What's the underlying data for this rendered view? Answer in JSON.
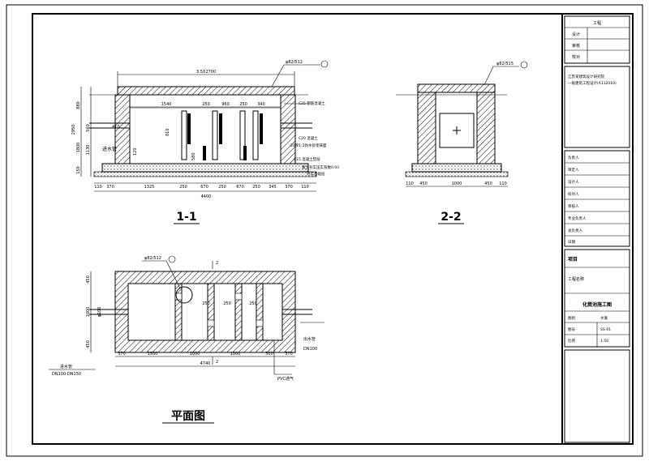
{
  "section_1_1": {
    "label": "1-1",
    "top_overall": "3.5X2700",
    "cover_callout": "φ82/512",
    "left_dims": [
      "880",
      "560",
      "2950",
      "1130",
      "1800",
      "150"
    ],
    "interior_dims": [
      "1540",
      "250",
      "960",
      "250",
      "340"
    ],
    "pipe_tag": "410",
    "small_dims": [
      "120",
      "580",
      "810"
    ],
    "side_notes": [
      "C25 钢筋混凝土",
      "C20 混凝土",
      "20厚1:2防水砂浆抹面",
      "C15 混凝土垫层",
      "素土夯实压实系数0.93",
      "夯实基础层"
    ],
    "inlet_label": "进水管",
    "bottom_dims": [
      "110",
      "370",
      "1325",
      "250",
      "670",
      "250",
      "670",
      "250",
      "345",
      "370",
      "110"
    ],
    "bottom_total": "4400"
  },
  "section_2_2": {
    "label": "2-2",
    "cover_callout": "φ82/515",
    "bottom_dims": [
      "110",
      "450",
      "1000",
      "450",
      "110"
    ]
  },
  "plan": {
    "label": "平面图",
    "marker_callout": "φ82/512",
    "section_marks": [
      "2",
      "2"
    ],
    "left_dims": [
      "450",
      "1000",
      "450"
    ],
    "pipe_dim": "φ100",
    "inner_dims": [
      "250",
      "250",
      "250"
    ],
    "bottom_dims": [
      "370",
      "1500",
      "1000",
      "1000",
      "500",
      "370"
    ],
    "bottom_total": "4740",
    "inlet_label": "进水管",
    "inlet_spec": "DN100-DN150",
    "outlet_label": "出水管",
    "outlet_spec": "DN100",
    "pvc_note": "PVC通气"
  },
  "title_block": {
    "rows_top": [
      "工程",
      "设计",
      "审核",
      "校对"
    ],
    "company_lines": [
      "江苏某建筑设计研究院",
      "一级建筑工程设计(A132010)"
    ],
    "role_rows": [
      "负责人",
      "审定人",
      "设计人",
      "校对人",
      "审核人",
      "专业负责人",
      "总负责人",
      "日期"
    ],
    "project_label": "项目",
    "item_label": "工程名称",
    "drawing_title": "化粪池施工图",
    "meta_labels": [
      "图号",
      "比例",
      "图别"
    ],
    "meta_values": [
      "SS-01",
      "1:50",
      "水施"
    ]
  }
}
